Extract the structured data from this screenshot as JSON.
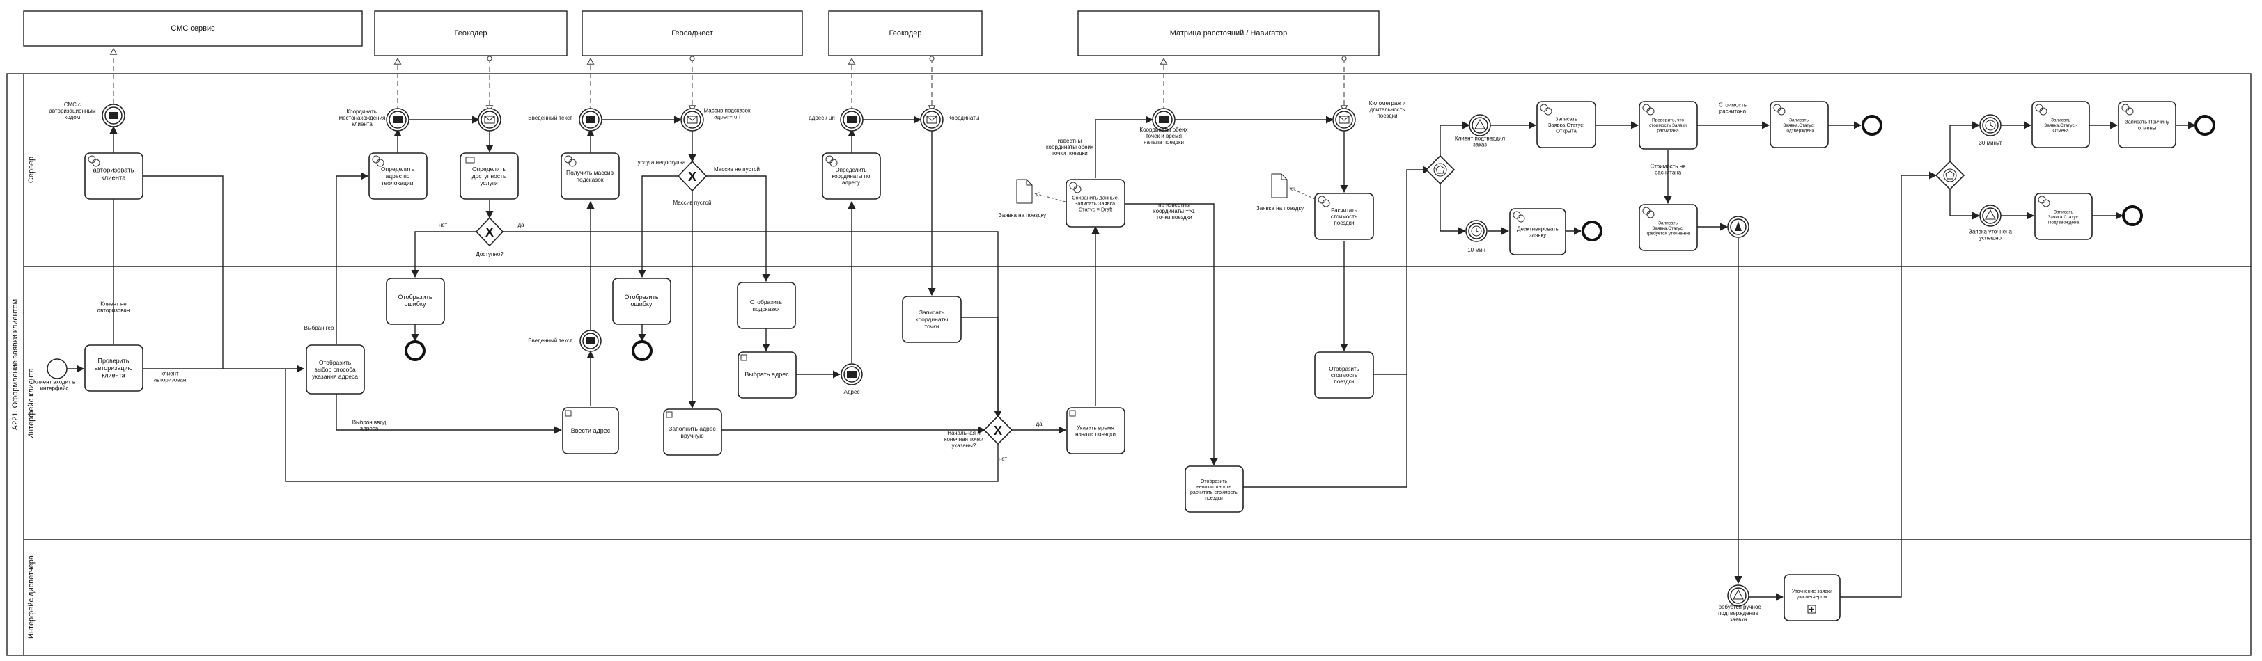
{
  "pools": {
    "sms": "СМС сервис",
    "geocoder1": "Геокодер",
    "geosuggest": "Геосаджест",
    "geocoder2": "Геокодер",
    "matrix": "Матрица расстояний / Навигатор",
    "main": "A221. Оформление заявки клиентом"
  },
  "lanes": {
    "server": "Сервер",
    "client": "Интерфейс клиента",
    "dispatcher": "Интерфейс диспетчера"
  },
  "tasks": {
    "authorize": "авторизовать клиента",
    "check_auth": "Проверить авторизацию клиента",
    "show_choice": "Отобразить выбор способа указания адреса",
    "geo_address": "Определить адрес по геолокации",
    "check_availability": "Определить доступность услуги",
    "show_error1": "Отобразить ошибку",
    "get_suggestions": "Получить массив подсказок",
    "show_error2": "Отобразить ошибку",
    "enter_address": "Ввести адрес",
    "fill_manual": "Заполнить адрес вручную",
    "show_suggestions": "Отобразить подсказки",
    "choose_address": "Выбрать адрес",
    "coords_by_address": "Определить координаты по адресу",
    "save_coords": "Записать координаты точки",
    "save_draft": "Сохранить данные. Записать Заявка. Статус = Draft",
    "set_time": "Указать время начала поездки",
    "show_impossible": "Отобразить невозможность расчитать стоимость поездки",
    "calc_cost": "Расчитать стоимость поездки",
    "show_cost": "Отобразить стоимость поездки",
    "status_open": "Записать Заявка.Статус: Открыта",
    "check_cost": "Проверить, что стоимость Заявки расчитана",
    "status_confirmed1": "Записать Заявка.Статус: Подтверждена",
    "status_need_clarify": "Записать Заявка.Статус: Требуется уточнение",
    "deactivate": "Деактивировать заявку",
    "clarify": "Уточнение заявки диспетчером",
    "status_cancel": "Записать Заявка.Статус - Отмена",
    "cancel_reason": "Записать Причину отмены",
    "status_confirmed2": "Записать Заявка.Статус: Подтверждена"
  },
  "labels": {
    "sms_code": "СМС с авторизационным кодом",
    "client_not_auth": "Клиент не авторизован",
    "client_enters": "Клиент входит в интерфейс",
    "client_auth": "клиент авторизован",
    "chosen_geo": "Выбран гео",
    "chosen_input": "Выбран ввод адреса",
    "geo_coords": "Координаты местонахождения клиента",
    "no": "нет",
    "yes": "да",
    "available": "Доступно?",
    "entered_text_top": "Введенный текст",
    "entered_text_bottom": "Введенный текст",
    "suggest_array": "Массив подсказок адрес+ uri",
    "service_unavailable": "услуга недоступна",
    "array_not_empty": "Массив не пустой",
    "array_empty": "Массив пустой",
    "address_uri": "адрес / uri",
    "coordinates": "Координаты",
    "address": "Адрес",
    "start_end_known": "Начальная и конечная точки указаны?",
    "yes2": "да",
    "no2": "нет",
    "known_coords": "известны координаты обеих точки поездки",
    "order_on_route": "Заявка на поездку",
    "coords_time": "Координаты обеих точек и время начала поездки",
    "not_known_coords": "не известны координаты =>1 точки поездки",
    "order_on_route2": "Заявка на поездку",
    "km_duration": "Километраж и длительность поездки",
    "client_confirmed": "Клиент подтвердил заказ",
    "ten_min": "10 мин",
    "cost_calculated": "Стоимость расчитана",
    "cost_not_calculated": "Стоимость не расчитана",
    "manual_confirm": "Требуется ручное подтверждение заявки",
    "thirty_min": "30 минут",
    "order_clarified": "Заявка уточнена успешно"
  },
  "gateway_marks": {
    "exclusive": "X"
  },
  "colors": {
    "stroke": "#222222",
    "background": "#ffffff"
  }
}
